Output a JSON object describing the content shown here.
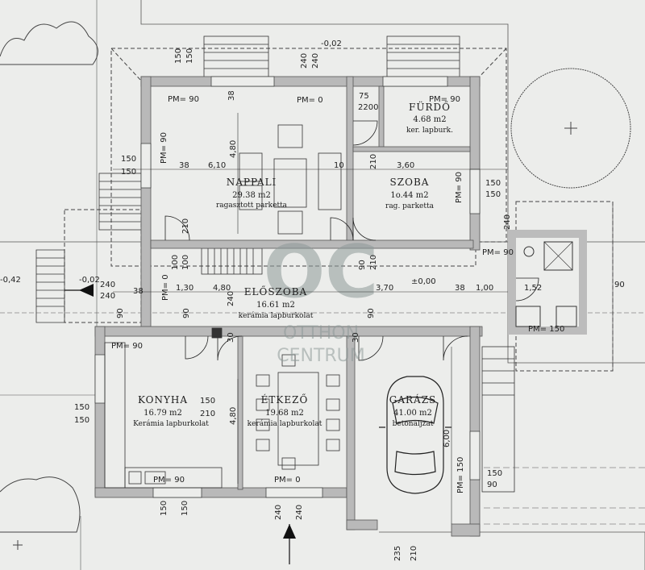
{
  "rooms": {
    "nappali": {
      "name": "NAPPALI",
      "area": "29.38 m2",
      "floor": "ragasztott parketta"
    },
    "furdo": {
      "name": "FÜRDŐ",
      "area": "4.68 m2",
      "floor": "ker. lapburk."
    },
    "szoba": {
      "name": "SZOBA",
      "area": "1o.44 m2",
      "floor": "rag. parketta"
    },
    "eloszoba": {
      "name": "ELŐSZOBA",
      "area": "16.61 m2",
      "floor": "kerámia lapburkolat"
    },
    "konyha": {
      "name": "KONYHA",
      "area": "16.79 m2",
      "floor": "Kerámia lapburkolat"
    },
    "etkezo": {
      "name": "ÉTKEZŐ",
      "area": "19.68 m2",
      "floor": "kerámia lapburkolat"
    },
    "garazs": {
      "name": "GARÁZS",
      "area": "41.00 m2",
      "floor": "betonaljzat"
    }
  },
  "levels": {
    "nappali": "PM= 90",
    "nappali_left": "PM= 90",
    "nappali_center": "PM= 0",
    "furdo": "PM= 90",
    "szoba_right": "PM= 90",
    "eloszoba_left": "PM= 0",
    "eloszoba_right": "PM= 90",
    "konyha": "PM= 90",
    "konyha_bottom": "PM= 90",
    "etkezo": "PM= 0",
    "garazs_right": "PM= 150",
    "annex_bottom": "PM= 150",
    "zero": "±0,00",
    "top": "-0,02",
    "entry": "-0,02",
    "left": "-0,42"
  },
  "dims": {
    "d6_10": "6,10",
    "d3_60": "3,60",
    "d4_80": "4,80",
    "d1_30": "1,30",
    "d3_70": "3,70",
    "d1_00": "1,00",
    "d1_52": "1,52",
    "d6_00": "6,00",
    "d75": "75",
    "d2200": "2200",
    "d38": "38",
    "d30": "30",
    "d10": "10",
    "d150": "150",
    "d240": "240",
    "d210": "210",
    "d100": "100",
    "d90": "90",
    "d235": "235"
  },
  "watermark": {
    "line1": "OTTHON",
    "line2": "CENTRUM",
    "mark": "OC"
  }
}
